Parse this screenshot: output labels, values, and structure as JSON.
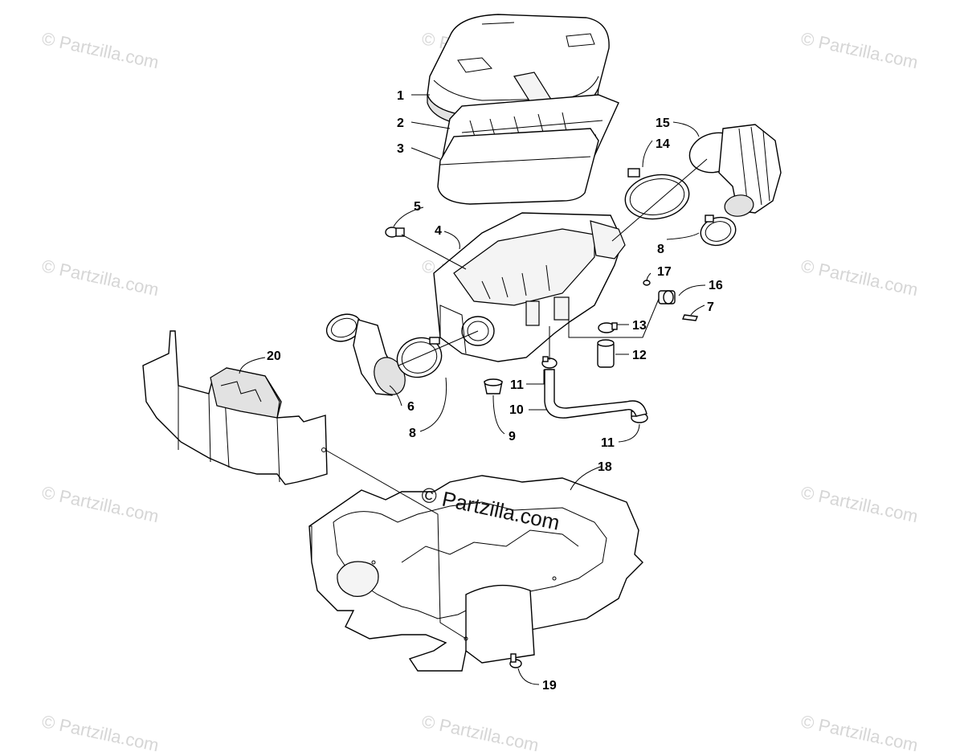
{
  "watermark": {
    "text": "© Partzilla.com",
    "center_text": "© Partzilla.com",
    "faint_color": "#d6d6d6",
    "center_color": "#111111"
  },
  "callouts": [
    {
      "id": "1",
      "text": "1"
    },
    {
      "id": "2",
      "text": "2"
    },
    {
      "id": "3",
      "text": "3"
    },
    {
      "id": "4",
      "text": "4"
    },
    {
      "id": "5",
      "text": "5"
    },
    {
      "id": "6",
      "text": "6"
    },
    {
      "id": "7",
      "text": "7"
    },
    {
      "id": "8a",
      "text": "8"
    },
    {
      "id": "8b",
      "text": "8"
    },
    {
      "id": "9",
      "text": "9"
    },
    {
      "id": "10",
      "text": "10"
    },
    {
      "id": "11a",
      "text": "11"
    },
    {
      "id": "11b",
      "text": "11"
    },
    {
      "id": "12",
      "text": "12"
    },
    {
      "id": "13",
      "text": "13"
    },
    {
      "id": "14",
      "text": "14"
    },
    {
      "id": "15",
      "text": "15"
    },
    {
      "id": "16",
      "text": "16"
    },
    {
      "id": "17",
      "text": "17"
    },
    {
      "id": "18",
      "text": "18"
    },
    {
      "id": "19",
      "text": "19"
    },
    {
      "id": "20",
      "text": "20"
    }
  ]
}
